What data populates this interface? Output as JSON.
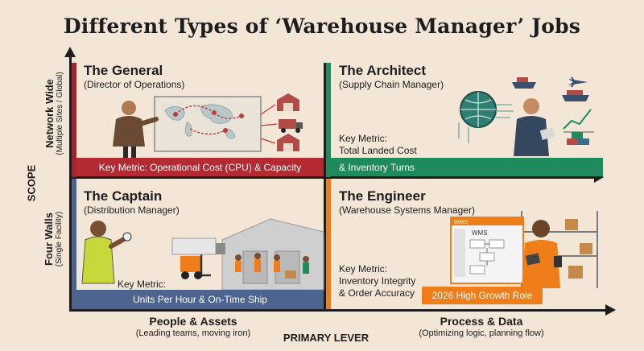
{
  "title": "Different Types of ‘Warehouse Manager’ Jobs",
  "y_axis": {
    "label": "SCOPE",
    "top": {
      "main": "Network Wide",
      "sub": "(Multiple Sites / Global)"
    },
    "bottom": {
      "main": "Four Walls",
      "sub": "(Single Facility)"
    }
  },
  "x_axis": {
    "label": "PRIMARY LEVER",
    "left": {
      "main": "People & Assets",
      "sub": "(Leading teams, moving iron)"
    },
    "right": {
      "main": "Process & Data",
      "sub": "(Optimizing logic, planning flow)"
    }
  },
  "quadrants": {
    "general": {
      "title": "The General",
      "subtitle": "(Director of Operations)",
      "metric": "Key Metric: Operational Cost (CPU) & Capacity",
      "color": "#b32a33"
    },
    "architect": {
      "title": "The Architect",
      "subtitle": "(Supply Chain Manager)",
      "metric_line1": "Key Metric:",
      "metric_line2": "Total Landed Cost",
      "metric_line3": "& Inventory Turns",
      "color": "#1f8a5b"
    },
    "captain": {
      "title": "The Captain",
      "subtitle": "(Distribution Manager)",
      "metric_label": "Key Metric:",
      "metric_value": "Units Per Hour & On-Time Ship",
      "color": "#4d6491"
    },
    "engineer": {
      "title": "The Engineer",
      "subtitle": "(Warehouse Systems Manager)",
      "metric_line1": "Key Metric:",
      "metric_line2": "Inventory Integrity",
      "metric_line3": "& Order Accuracy",
      "badge": "2026 High Growth Role",
      "color": "#ef7d1a"
    }
  },
  "screen_labels": {
    "wms_tab": "WMS",
    "wms_header": "WMS"
  }
}
